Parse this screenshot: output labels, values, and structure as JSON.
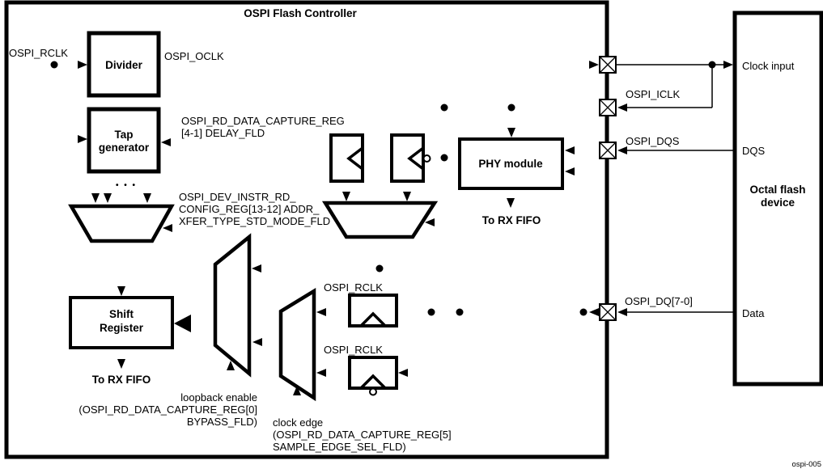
{
  "diagram_title": "OSPI Flash Controller",
  "figure_code": "ospi-005",
  "blocks": {
    "divider": "Divider",
    "tap_generator": [
      "Tap",
      "generator"
    ],
    "shift_register": [
      "Shift",
      "Register"
    ],
    "phy_module": "PHY module"
  },
  "signals": {
    "rclk_input": "OSPI_RCLK",
    "oclk": "OSPI_OCLK",
    "iclk": "OSPI_ICLK",
    "dqs": "OSPI_DQS",
    "dq": "OSPI_DQ[7-0]",
    "rclk_ff_rising": "OSPI_RCLK",
    "rclk_ff_falling": "OSPI_RCLK"
  },
  "register_fields": {
    "delay": [
      "OSPI_RD_DATA_CAPTURE_REG",
      "[4-1] DELAY_FLD"
    ],
    "addr_xfer": [
      "OSPI_DEV_INSTR_RD_",
      "CONFIG_REG[13-12] ADDR_",
      "XFER_TYPE_STD_MODE_FLD"
    ],
    "loopback": [
      "loopback enable",
      "(OSPI_RD_DATA_CAPTURE_REG[0]",
      "BYPASS_FLD)"
    ],
    "clock_edge": [
      "clock edge",
      "(OSPI_RD_DATA_CAPTURE_REG[5]",
      "SAMPLE_EDGE_SEL_FLD)"
    ]
  },
  "outputs": {
    "shift_to_rx_fifo": "To RX FIFO",
    "phy_to_rx_fifo": "To RX FIFO"
  },
  "flash_device": {
    "title": [
      "Octal flash",
      "device"
    ],
    "pin_clock": "Clock input",
    "pin_dqs": "DQS",
    "pin_data": "Data"
  },
  "misc": {
    "tap_dots": "• • •"
  },
  "colors": {
    "line": "#000000",
    "background": "#ffffff"
  }
}
